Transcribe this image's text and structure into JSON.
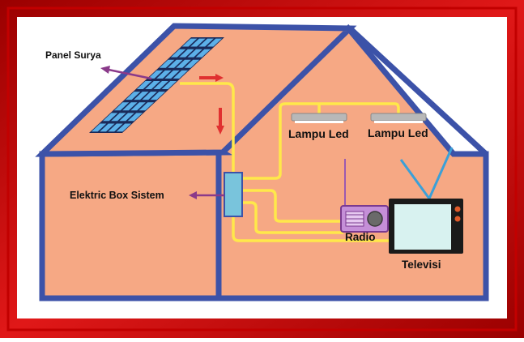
{
  "labels": {
    "solar_panel": "Panel Surya",
    "box": "Elektric Box Sistem",
    "lamp1": "Lampu Led",
    "lamp2": "Lampu Led",
    "radio": "Radio",
    "tv": "Televisi"
  },
  "colors": {
    "frame_outer": "#b00000",
    "frame_inner": "#e02020",
    "house_fill": "#f6a884",
    "house_outline": "#3c52a8",
    "wire": "#ffe84a",
    "panel": "#5cb0e8",
    "pointer_arrow": "#8a3a8a",
    "flow_arrow": "#e03030",
    "box": "#79c4dc",
    "radio": "#c58fd8",
    "tv_screen": "#d8f2f0"
  }
}
